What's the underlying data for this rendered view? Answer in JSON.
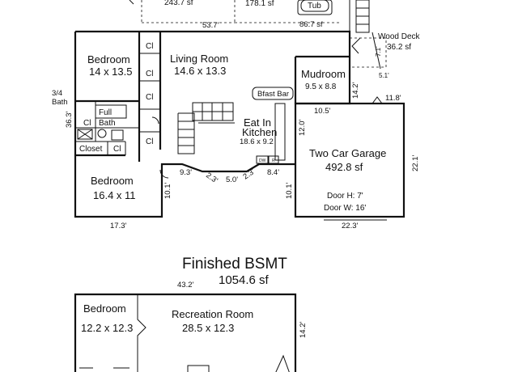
{
  "top_cut": {
    "area_left": "243.7 sf",
    "area_mid": "178.1 sf",
    "tub": "Tub",
    "area_right": "86.7 sf",
    "dim_53": "53.7'"
  },
  "main_floor": {
    "bedroom_nw": {
      "name": "Bedroom",
      "size": "14 x 13.5"
    },
    "living": {
      "name": "Living Room",
      "size": "14.6 x 13.3"
    },
    "closet_labels": [
      "Cl",
      "Cl",
      "Cl",
      "Cl",
      "Cl",
      "Cl"
    ],
    "bath34": {
      "line1": "3/4",
      "line2": "Bath"
    },
    "full_bath": {
      "line1": "Full",
      "line2": "Bath"
    },
    "closet": "Closet",
    "bedroom_sw": {
      "name": "Bedroom",
      "size": "16.4 x 11"
    },
    "kitchen": {
      "line1": "Eat In",
      "line2": "Kitchen",
      "size": "18.6 x 9.2"
    },
    "bfast_bar": "Bfast Bar",
    "mudroom": {
      "name": "Mudroom",
      "size": "9.5 x 8.8"
    },
    "garage": {
      "name": "Two Car Garage",
      "area": "492.8 sf",
      "door_h": "Door H: 7'",
      "door_w": "Door W: 16'"
    },
    "wood_deck": {
      "name": "Wood Deck",
      "area": "36.2 sf"
    },
    "appliances": [
      "DW",
      "R"
    ],
    "dims": {
      "d363": "36.3'",
      "d93": "9.3'",
      "d23a": "2.3'",
      "d50": "5.0'",
      "d23b": "2.3'",
      "d84": "8.4'",
      "d101a": "10.1'",
      "d101b": "10.1'",
      "d173": "17.3'",
      "d105": "10.5'",
      "d142": "14.2'",
      "d118": "11.8'",
      "d120": "12.0'",
      "d221": "22.1'",
      "d223": "22.3'",
      "d71": "7.1'",
      "d51": "5.1'"
    }
  },
  "basement": {
    "title": "Finished BSMT",
    "area": "1054.6 sf",
    "dim_width": "43.2'",
    "dim_depth": "14.2'",
    "bedroom": {
      "name": "Bedroom",
      "size": "12.2 x 12.3"
    },
    "recreation": {
      "name": "Recreation Room",
      "size": "28.5 x 12.3"
    }
  }
}
